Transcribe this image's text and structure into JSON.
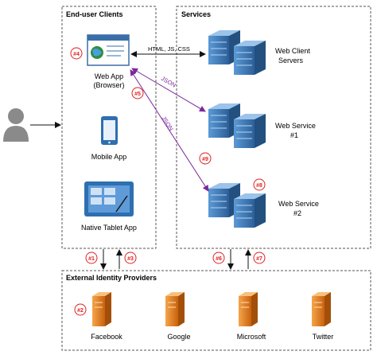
{
  "groups": {
    "clients": "End-user Clients",
    "services": "Services",
    "idp": "External Identity Providers"
  },
  "clients": {
    "web_app": [
      "Web App",
      "(Browser)"
    ],
    "mobile_app": "Mobile App",
    "tablet_app": "Native Tablet App"
  },
  "services": {
    "web_client_servers": [
      "Web Client",
      "Servers"
    ],
    "web_service_1": [
      "Web Service",
      "#1"
    ],
    "web_service_2": [
      "Web Service",
      "#2"
    ]
  },
  "idp": {
    "providers": [
      "Facebook",
      "Google",
      "Microsoft",
      "Twitter"
    ]
  },
  "edges": {
    "web_to_servers": "HTML, JS, CSS",
    "json_1": "JSON",
    "json_2": "JSON"
  },
  "badges": {
    "b1": "#1",
    "b2": "#2",
    "b3": "#3",
    "b4": "#4",
    "b5": "#5",
    "b6": "#6",
    "b7": "#7",
    "b8": "#8",
    "b9": "#9"
  },
  "colors": {
    "badge": "#e02020",
    "json_arrow": "#7a2a9a",
    "server_blue": "#3f7fc0",
    "provider_orange": "#e8801e",
    "user_gray": "#8a8a8a"
  }
}
